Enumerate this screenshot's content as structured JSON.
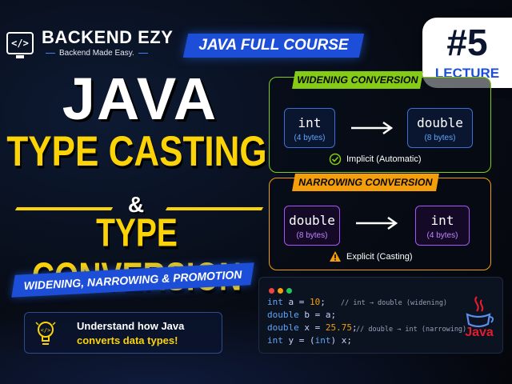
{
  "brand": {
    "name": "BACKEND EZY",
    "tagline": "Backend Made Easy.",
    "icon": "code-monitor-icon",
    "icon_glyph": "</>"
  },
  "course_banner": "JAVA FULL COURSE",
  "lecture": {
    "number": "#5",
    "label": "LECTURE"
  },
  "title": {
    "line1": "JAVA",
    "line2": "TYPE CASTING",
    "ampersand": "&",
    "line3": "TYPE CONVERSION",
    "subtitle": "WIDENING, NARROWING & PROMOTION"
  },
  "callout": {
    "icon": "lightbulb-icon",
    "line1": "Understand how Java",
    "line2": "converts data types!"
  },
  "widening": {
    "label": "WIDENING CONVERSION",
    "from": {
      "type": "int",
      "size": "(4 bytes)"
    },
    "to": {
      "type": "double",
      "size": "(8 bytes)"
    },
    "note": "Implicit (Automatic)",
    "note_icon": "check-circle-icon"
  },
  "narrowing": {
    "label": "NARROWING CONVERSION",
    "from": {
      "type": "double",
      "size": "(8 bytes)"
    },
    "to": {
      "type": "int",
      "size": "(4 bytes)"
    },
    "note": "Explicit (Casting)",
    "note_icon": "warning-icon"
  },
  "code": {
    "lines": [
      {
        "kw": "int",
        "rest": " a = ",
        "num": "10",
        "end": ";"
      },
      {
        "kw": "double",
        "rest": " b = a;",
        "num": "",
        "end": ""
      },
      {
        "kw": "double",
        "rest": " x = ",
        "num": "25.75",
        "end": ";"
      },
      {
        "kw": "int",
        "rest": " y = (",
        "kw2": "int",
        "rest2": ") x;"
      }
    ],
    "comment1": "// int → double (widening)",
    "comment2": "// double → int (narrowing)",
    "logo_text": "Java"
  },
  "colors": {
    "accent_blue": "#1d4ed8",
    "title_yellow": "#fcd307",
    "widening_green": "#84cc16",
    "narrowing_orange": "#f59e0b"
  }
}
